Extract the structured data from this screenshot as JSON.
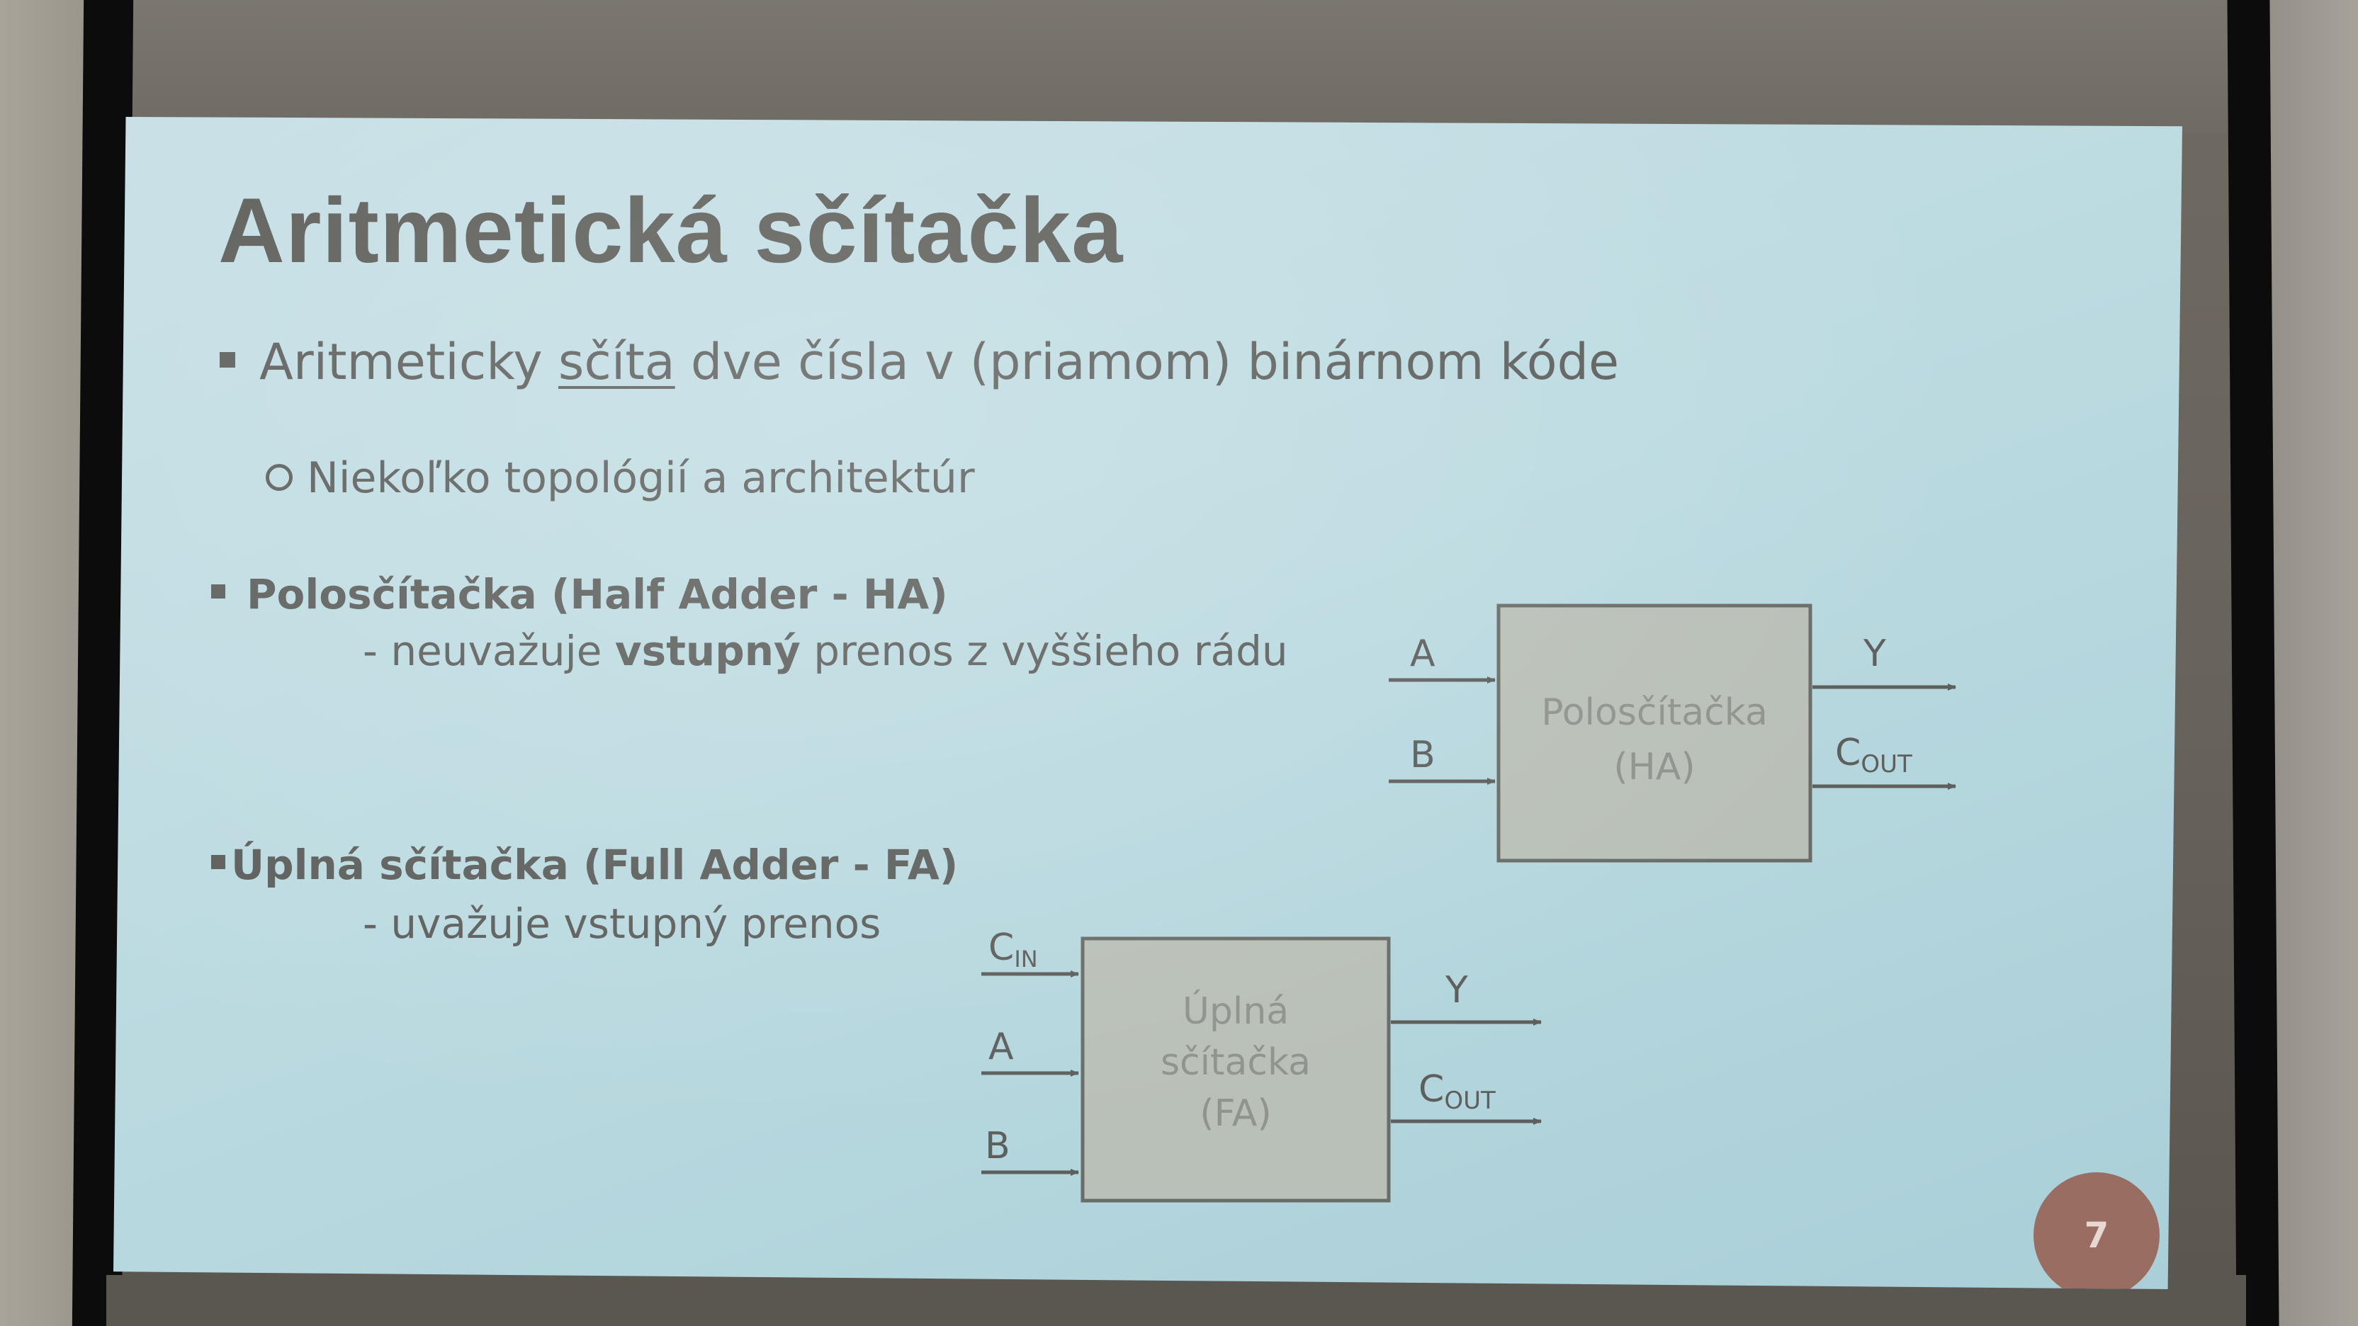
{
  "slide": {
    "title": "Aritmetická sčítačka",
    "bullet1_prefix": "Aritmeticky ",
    "bullet1_underlined": "sčíta",
    "bullet1_suffix": " dve čísla v (priamom) binárnom kóde",
    "sub_bullet": "Niekoľko topológií a architektúr",
    "half_adder_heading": "Polosčítačka (Half Adder - HA)",
    "half_adder_desc_prefix": "- neuvažuje ",
    "half_adder_desc_bold": "vstupný",
    "half_adder_desc_suffix": " prenos z vyššieho rádu",
    "full_adder_heading": "Úplná sčítačka (Full Adder - FA)",
    "full_adder_desc": "- uvažuje vstupný prenos",
    "page_number": "7"
  },
  "diagrams": {
    "ha": {
      "input_a": "A",
      "input_b": "B",
      "box_line1": "Polosčítačka",
      "box_line2": "(HA)",
      "output_y": "Y",
      "output_c": "C",
      "output_c_sub": "OUT"
    },
    "fa": {
      "input_cin": "C",
      "input_cin_sub": "IN",
      "input_a": "A",
      "input_b": "B",
      "box_line1": "Úplná",
      "box_line2": "sčítačka",
      "box_line3": "(FA)",
      "output_y": "Y",
      "output_c": "C",
      "output_c_sub": "OUT"
    }
  },
  "colors": {
    "slide_bg": "#bcdbe1",
    "text": "#5d5f5d",
    "box_fill": "#b9c0b7",
    "page_badge": "#9a6d63"
  }
}
